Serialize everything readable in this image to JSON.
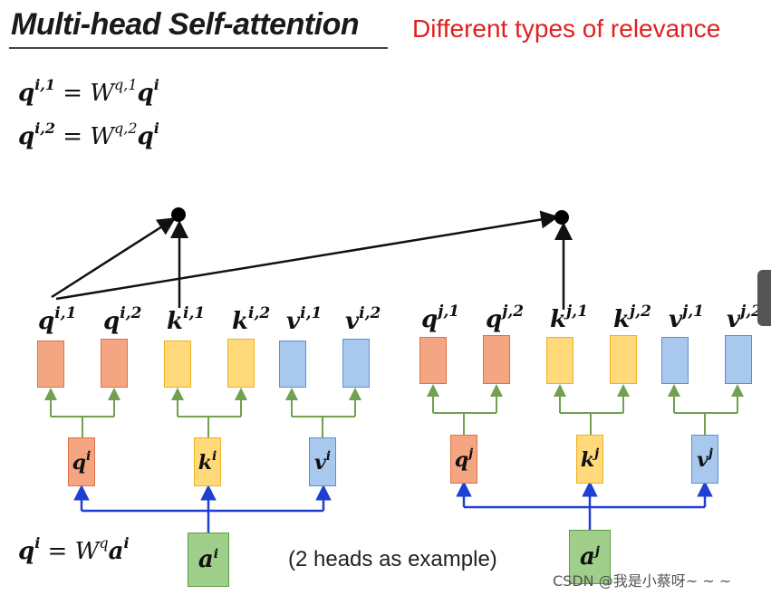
{
  "title": "Multi-head Self-attention",
  "subtitle": "Different types of relevance",
  "eq1": {
    "lhs": "q",
    "lhs_sup": "i,1",
    "eq": "=",
    "w": "W",
    "w_sup": "q,1",
    "rhs": "q",
    "rhs_sup": "i"
  },
  "eq2": {
    "lhs": "q",
    "lhs_sup": "i,2",
    "eq": "=",
    "w": "W",
    "w_sup": "q,2",
    "rhs": "q",
    "rhs_sup": "i"
  },
  "eq3": {
    "lhs": "q",
    "lhs_sup": "i",
    "eq": "=",
    "w": "W",
    "w_sup": "q",
    "rhs": "a",
    "rhs_sup": "i"
  },
  "heads_i": [
    {
      "base": "q",
      "sup": "i,1"
    },
    {
      "base": "q",
      "sup": "i,2"
    },
    {
      "base": "k",
      "sup": "i,1"
    },
    {
      "base": "k",
      "sup": "i,2"
    },
    {
      "base": "v",
      "sup": "i,1"
    },
    {
      "base": "v",
      "sup": "i,2"
    }
  ],
  "heads_j": [
    {
      "base": "q",
      "sup": "j,1"
    },
    {
      "base": "q",
      "sup": "j,2"
    },
    {
      "base": "k",
      "sup": "j,1"
    },
    {
      "base": "k",
      "sup": "j,2"
    },
    {
      "base": "v",
      "sup": "j,1"
    },
    {
      "base": "v",
      "sup": "j,2"
    }
  ],
  "mid_i": [
    {
      "base": "q",
      "sup": "i"
    },
    {
      "base": "k",
      "sup": "i"
    },
    {
      "base": "v",
      "sup": "i"
    }
  ],
  "mid_j": [
    {
      "base": "q",
      "sup": "j"
    },
    {
      "base": "k",
      "sup": "j"
    },
    {
      "base": "v",
      "sup": "j"
    }
  ],
  "input_i": {
    "base": "a",
    "sup": "i"
  },
  "input_j": {
    "base": "a",
    "sup": "j"
  },
  "note": "(2 heads as example)",
  "watermark": "CSDN @我是小蔡呀~ ~ ~",
  "colors": {
    "q": "#f4a582",
    "k": "#ffd97a",
    "v": "#a9c8ee",
    "a": "#9fcf8a",
    "green_line": "#70a050",
    "blue_line": "#1f3fd0",
    "subtitle": "#e02020"
  }
}
